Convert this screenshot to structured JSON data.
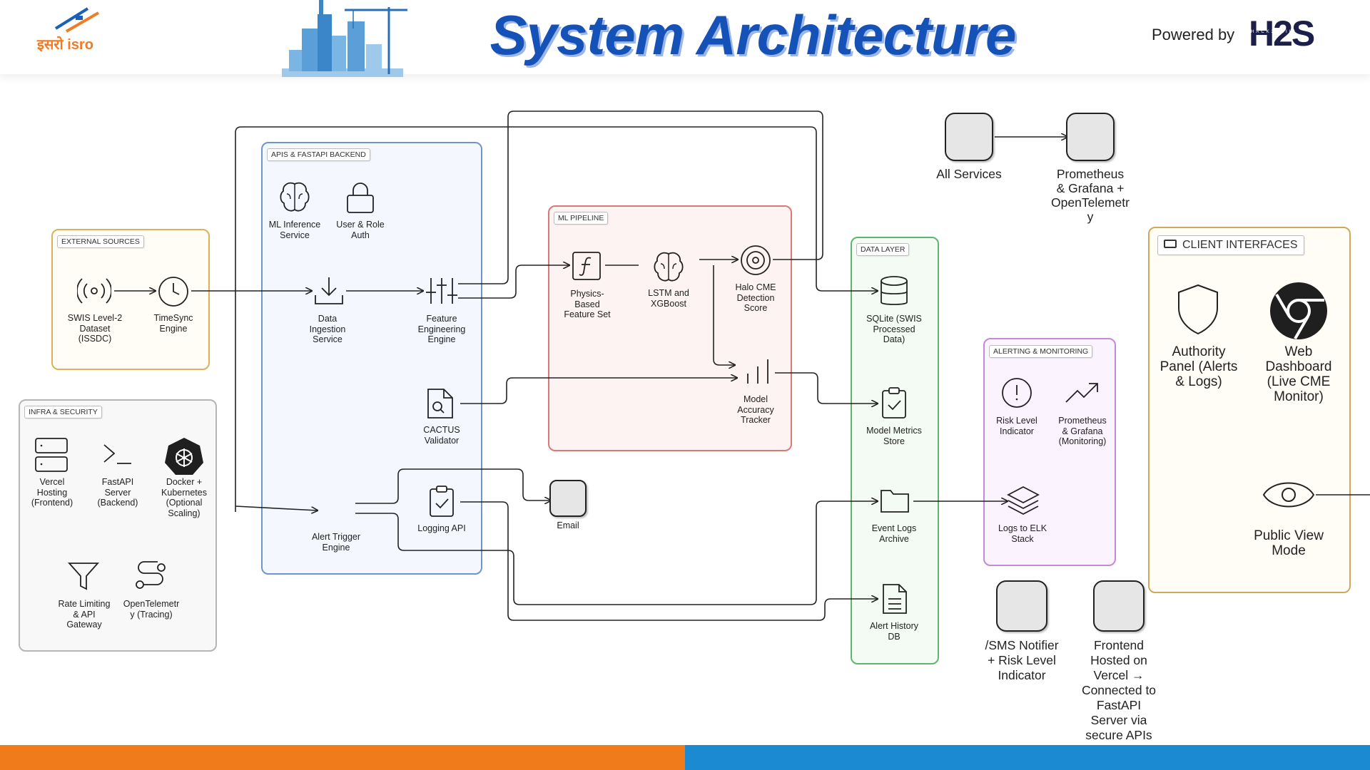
{
  "header": {
    "title": "System Architecture",
    "powered_by": "Powered by",
    "brand": "H2S",
    "brand_sub": "HACK2SKILL",
    "isro_logo_text": "इसरो isro"
  },
  "groups": {
    "external_sources": "EXTERNAL SOURCES",
    "apis_backend": "APIS & FASTAPI BACKEND",
    "ml_pipeline": "ML PIPELINE",
    "data_layer": "DATA LAYER",
    "alerting": "ALERTING & MONITORING",
    "client_interfaces": "CLIENT INTERFACES",
    "infra_security": "INFRA & SECURITY"
  },
  "nodes": {
    "swis": "SWIS Level-2\nDataset\n(ISSDC)",
    "timesync": "TimeSync\nEngine",
    "ml_inference": "ML Inference\nService",
    "user_role_auth": "User & Role\nAuth",
    "data_ingestion": "Data\nIngestion\nService",
    "feature_eng": "Feature\nEngineering\nEngine",
    "cactus": "CACTUS\nValidator",
    "alert_trigger": "Alert Trigger\nEngine",
    "logging_api": "Logging API",
    "email": "Email",
    "physics": "Physics-\nBased\nFeature Set",
    "lstm": "LSTM and\nXGBoost",
    "halo": "Halo CME\nDetection\nScore",
    "model_acc": "Model\nAccuracy\nTracker",
    "sqlite": "SQLite (SWIS\nProcessed\nData)",
    "model_metrics": "Model Metrics\nStore",
    "event_logs": "Event Logs\nArchive",
    "alert_history": "Alert History\nDB",
    "all_services": "All Services",
    "prom_top": "Prometheus\n& Grafana +\nOpenTelemetr\ny",
    "risk_level": "Risk Level\nIndicator",
    "prom_monitor": "Prometheus\n& Grafana\n(Monitoring)",
    "logs_elk": "Logs to ELK\nStack",
    "sms_notifier": "/SMS Notifier\n+ Risk Level\nIndicator",
    "frontend_hosted": "Frontend\nHosted on\nVercel →\nConnected to\nFastAPI\nServer via\nsecure APIs",
    "authority_panel": "Authority\nPanel (Alerts\n& Logs)",
    "web_dashboard": "Web\nDashboard\n(Live CME\nMonitor)",
    "public_view": "Public View\nMode",
    "vercel": "Vercel\nHosting\n(Frontend)",
    "fastapi_server": "FastAPI\nServer\n(Backend)",
    "docker": "Docker +\nKubernetes\n(Optional\nScaling)",
    "rate_limit": "Rate Limiting\n& API\nGateway",
    "otel": "OpenTelemetr\ny (Tracing)"
  },
  "colors": {
    "title_blue": "#1552b8",
    "external_border": "#d9b25a",
    "api_border": "#6f95c9",
    "ml_border": "#d97b74",
    "data_border": "#5fb56e",
    "alert_border": "#c58ad6",
    "client_border": "#cfa85c",
    "infra_border": "#b5b5b5",
    "footer_orange": "#ef7b1a",
    "footer_blue": "#1b8ad3"
  }
}
